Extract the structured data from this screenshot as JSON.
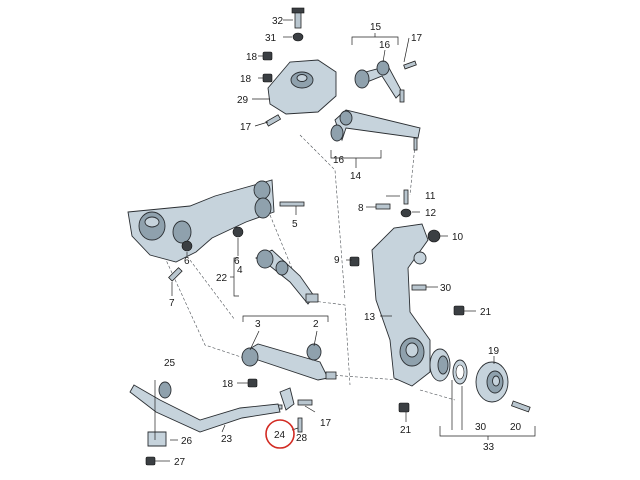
{
  "colors": {
    "highlight": "#d22a22",
    "part_fill": "#c6d3dc",
    "line": "#222222"
  },
  "highlighted_callout": "24",
  "callouts": {
    "c32": "32",
    "c31": "31",
    "c18a": "18",
    "c18b": "18",
    "c29": "29",
    "c17a": "17",
    "c15": "15",
    "c16a": "16",
    "c17b": "17",
    "c16b": "16",
    "c14": "14",
    "c11": "11",
    "c8": "8",
    "c12": "12",
    "c5": "5",
    "c10": "10",
    "c6a": "6",
    "c6b": "6",
    "c9": "9",
    "c4": "4",
    "c22": "22",
    "c30a": "30",
    "c7": "7",
    "c21a": "21",
    "c13": "13",
    "c3": "3",
    "c2": "2",
    "c25": "25",
    "c19": "19",
    "c18c": "18",
    "c17c": "17",
    "c24": "24",
    "c28": "28",
    "c26": "26",
    "c23": "23",
    "c21b": "21",
    "c30b": "30",
    "c20": "20",
    "c33": "33",
    "c27": "27"
  }
}
